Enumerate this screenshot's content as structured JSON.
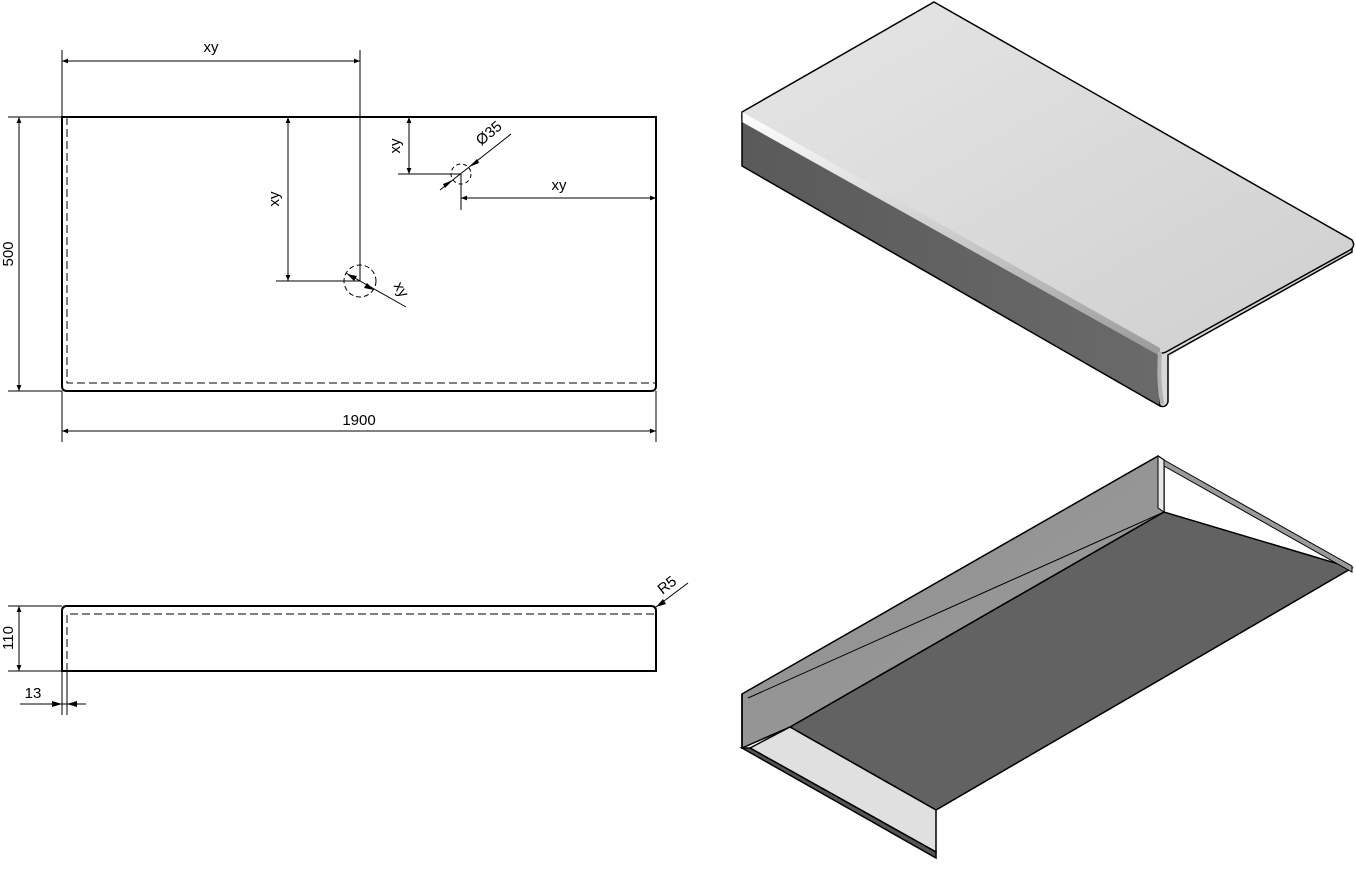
{
  "plan_view": {
    "dim_top_width": "xy",
    "dim_total_depth": "500",
    "dim_total_length": "1900",
    "dim_hole_a_from_top": "xy",
    "dim_hole_a_diameter": "xy",
    "dim_hole_b_from_top": "xy",
    "dim_hole_b_diameter": "Ø35",
    "dim_hole_b_from_right": "xy"
  },
  "front_view": {
    "dim_height": "110",
    "dim_thickness": "13",
    "dim_radius": "R5"
  }
}
